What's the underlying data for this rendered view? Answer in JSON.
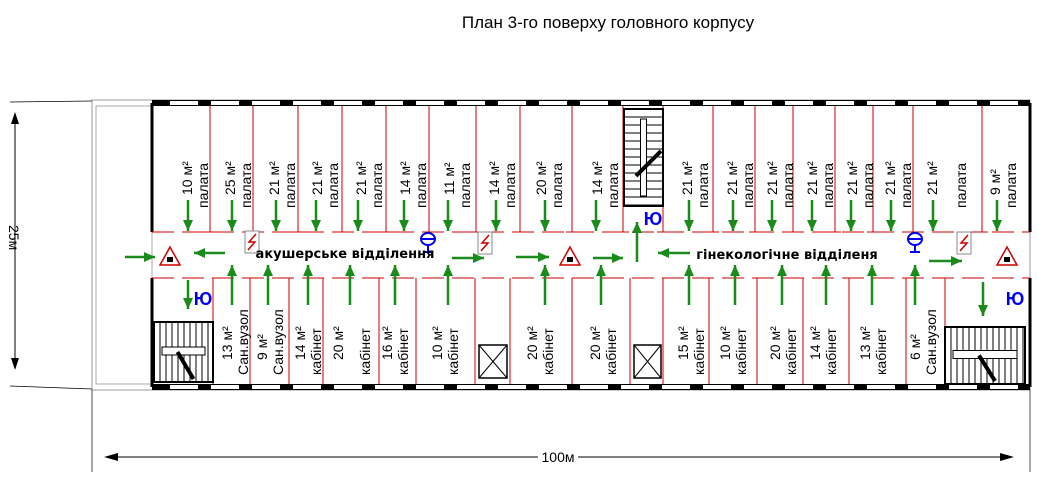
{
  "title": "План 3-го поверху головного корпусу",
  "dimensions": {
    "height_label": "25м",
    "width_label": "100м"
  },
  "departments": {
    "left": "акушерське відділення",
    "right": "гінекологічне відділеня"
  },
  "top_rooms": [
    {
      "area": "10 м²",
      "label": "палата"
    },
    {
      "area": "25 м²",
      "label": "палата"
    },
    {
      "area": "21 м²",
      "label": "палата"
    },
    {
      "area": "21 м²",
      "label": "палата"
    },
    {
      "area": "21 м²",
      "label": "палата"
    },
    {
      "area": "14 м²",
      "label": "палата"
    },
    {
      "area": "11 м²",
      "label": "палата"
    },
    {
      "area": "14 м²",
      "label": "палата"
    },
    {
      "area": "20 м²",
      "label": "палата"
    },
    {
      "area": "14 м²",
      "label": "палата"
    },
    {
      "area": "21 м²",
      "label": "палата"
    },
    {
      "area": "21 м²",
      "label": "палата"
    },
    {
      "area": "21 м²",
      "label": "палата"
    },
    {
      "area": "21 м²",
      "label": "палата"
    },
    {
      "area": "21 м²",
      "label": "палата"
    },
    {
      "area": "21 м²",
      "label": "палата"
    },
    {
      "area": "21 м²",
      "label": "палата"
    },
    {
      "area": "9 м²",
      "label": "палата"
    }
  ],
  "bottom_rooms": [
    {
      "area": "13 м²",
      "label": "Сан.вузол"
    },
    {
      "area": "9 м²",
      "label": "Сан.вузол"
    },
    {
      "area": "14 м²",
      "label": "кабінет"
    },
    {
      "area": "20 м²",
      "label": "кабінет"
    },
    {
      "area": "16 м²",
      "label": "кабінет"
    },
    {
      "area": "10 м²",
      "label": "кабінет"
    },
    {
      "area": "20 м²",
      "label": "кабінет"
    },
    {
      "area": "20 м²",
      "label": "кабінет"
    },
    {
      "area": "15 м²",
      "label": "кабінет"
    },
    {
      "area": "10 м²",
      "label": "кабінет"
    },
    {
      "area": "20 м²",
      "label": "кабінет"
    },
    {
      "area": "14 м²",
      "label": "кабінет"
    },
    {
      "area": "13 м²",
      "label": "кабінет"
    },
    {
      "area": "6 м²",
      "label": "Сан.вузол"
    }
  ],
  "symbols": {
    "phone_glyph": "Ю"
  },
  "colors": {
    "wall": "#000000",
    "partition": "#cc0000",
    "arrow": "#1a8a1a",
    "equipment": "#0000ee"
  }
}
